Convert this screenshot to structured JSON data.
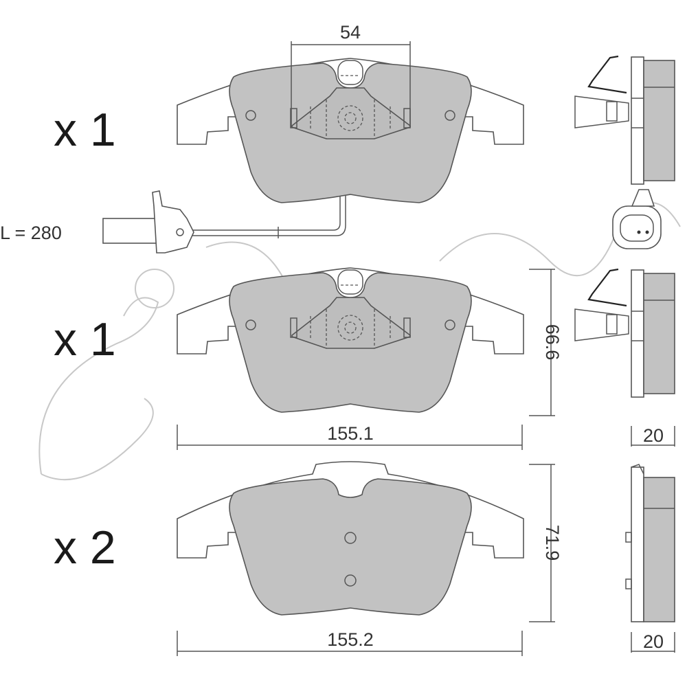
{
  "quantities": {
    "top_pad": "x 1",
    "middle_pad": "x 1",
    "bottom_pad": "x 2"
  },
  "dimensions": {
    "sensor_mount_spacing": "54",
    "sensor_cable_length": "L = 280",
    "pad_height_1": "66.6",
    "pad_width_1": "155.1",
    "thickness_1": "20",
    "pad_height_2": "71.9",
    "pad_width_2": "155.2",
    "thickness_2": "20"
  },
  "colors": {
    "friction": "#c2c2c2",
    "outline": "#555555"
  }
}
